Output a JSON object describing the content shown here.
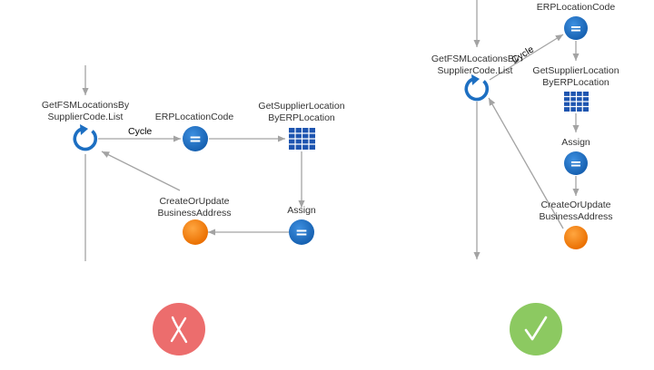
{
  "left_flow": {
    "loop_label": "GetFSMLocationsBy\nSupplierCode.List",
    "assign1_label": "ERPLocationCode",
    "aggregate_label": "GetSupplierLocation\nByERPLocation",
    "assign2_label": "Assign",
    "action_label": "CreateOrUpdate\nBusinessAddress",
    "cycle_label": "Cycle",
    "verdict": "wrong",
    "verdict_color": "#ec6d6d"
  },
  "right_flow": {
    "loop_label": "GetFSMLocationsBy\nSupplierCode.List",
    "assign1_label": "ERPLocationCode",
    "aggregate_label": "GetSupplierLocation\nByERPLocation",
    "assign2_label": "Assign",
    "action_label": "CreateOrUpdate\nBusinessAddress",
    "cycle_label": "Cycle",
    "verdict": "correct",
    "verdict_color": "#8cc961"
  },
  "colors": {
    "node_blue": "#1d6fc2",
    "node_orange": "#f07a10",
    "connector": "#a3a3a3"
  }
}
